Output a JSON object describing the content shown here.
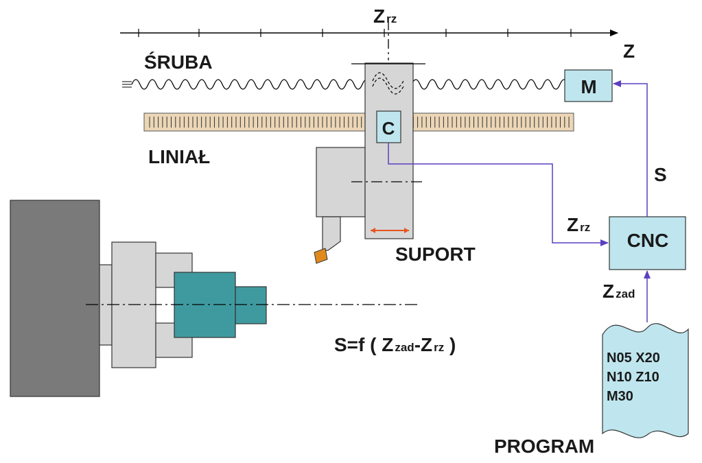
{
  "axis": {
    "z_label": "Z",
    "zrz_main": "Z",
    "zrz_sub": "rz"
  },
  "labels": {
    "sruba": "ŚRUBA",
    "linial": "LINIAŁ",
    "suport": "SUPORT",
    "program": "PROGRAM",
    "s_signal": "S"
  },
  "blocks": {
    "motor": "M",
    "sensor": "C",
    "cnc": "CNC"
  },
  "signals": {
    "zrz_main": "Z",
    "zrz_sub": "rz",
    "zzad_main": "Z",
    "zzad_sub": "zad"
  },
  "formula": {
    "prefix": "S=f ( ",
    "z1": "Z",
    "z1_sub": "zad",
    "minus": "-",
    "z2": "Z",
    "z2_sub": "rz",
    "suffix": " )"
  },
  "program_tape": {
    "lines": [
      "N05  X20",
      "N10  Z10",
      "M30"
    ]
  },
  "colors": {
    "block_fill": "#bfe6ee",
    "signal_line": "#5a3fc0",
    "workpiece": "#3f9aa0",
    "ruler": "#ecd6b6",
    "tool_tip": "#e08a1e",
    "suport_arrow": "#e8541e"
  }
}
